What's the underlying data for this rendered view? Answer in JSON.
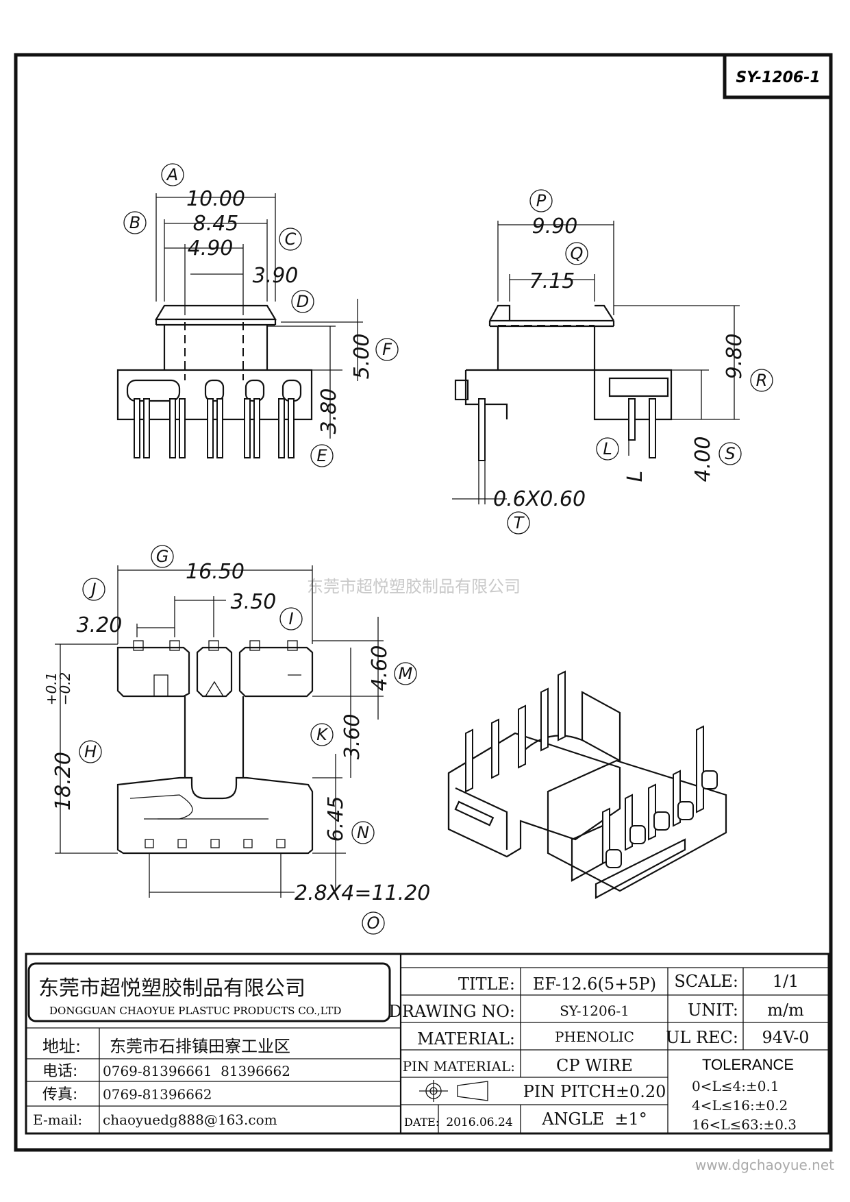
{
  "drawing_id": "SY-1206-1",
  "watermark_top": "东莞市超悦塑胶制品有限公司",
  "watermark_bottom": "www.dgchaoyue.net",
  "front_view": {
    "dims": [
      "10.00",
      "8.45",
      "4.90",
      "3.90",
      "5.00",
      "3.80"
    ],
    "labels": [
      "A",
      "B",
      "C",
      "D",
      "E",
      "F"
    ]
  },
  "side_view": {
    "dims": [
      "9.90",
      "7.15",
      "9.80",
      "4.00",
      "0.6X0.60",
      "L"
    ],
    "labels": [
      "P",
      "Q",
      "R",
      "S",
      "L",
      "T"
    ]
  },
  "bottom_view": {
    "dims": [
      "16.50",
      "3.50",
      "3.20",
      "4.60",
      "3.60",
      "6.45",
      "18.20",
      "+0.1",
      "−0.2",
      "2.8X4=11.20"
    ],
    "labels": [
      "G",
      "J",
      "I",
      "M",
      "K",
      "H",
      "N",
      "O"
    ]
  },
  "title_block": {
    "company_cn": "东莞市超悦塑胶制品有限公司",
    "company_en": "DONGGUAN CHAOYUE PLASTUC PRODUCTS CO.,LTD",
    "address_label": "地址:",
    "address": "东莞市石排镇田寮工业区",
    "phone_label": "电话:",
    "phone": "0769-81396661  81396662",
    "fax_label": "传真:",
    "fax": "0769-81396662",
    "email_label": "E-mail:",
    "email": "chaoyuedg888@163.com",
    "title_label": "TITLE:",
    "title": "EF-12.6(5+5P)",
    "drawing_no_label": "DRAWING NO:",
    "drawing_no": "SY-1206-1",
    "material_label": "MATERIAL:",
    "material": "PHENOLIC",
    "pin_material_label": "PIN MATERIAL:",
    "pin_material": "CP WIRE",
    "pin_pitch": "PIN PITCH±0.20",
    "date_label": "DATE:",
    "date": "2016.06.24",
    "angle": "ANGLE  ±1°",
    "scale_label": "SCALE:",
    "scale": "1/1",
    "unit_label": "UNIT:",
    "unit": "m/m",
    "ul_label": "UL REC:",
    "ul": "94V-0",
    "tolerance_label": "TOLERANCE",
    "tolerances": [
      "0<L≤4:±0.1",
      "4<L≤16:±0.2",
      "16<L≤63:±0.3"
    ]
  }
}
